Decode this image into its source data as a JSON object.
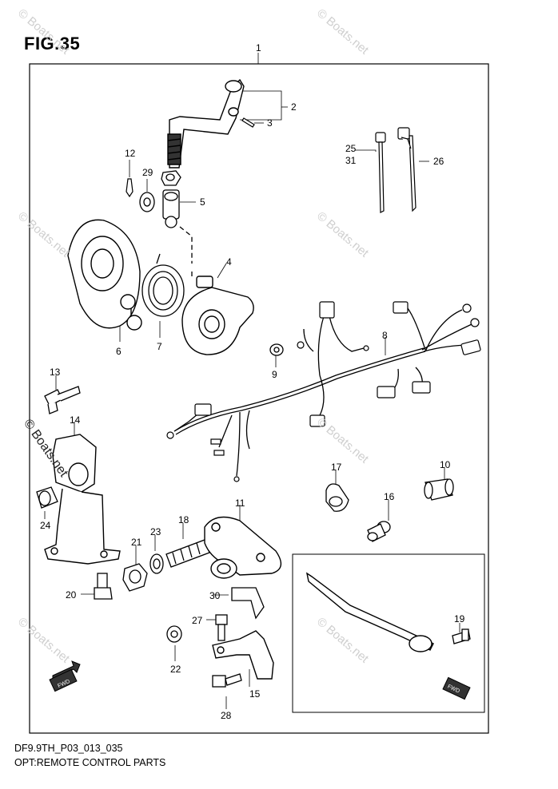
{
  "title": "FIG.35",
  "footer": {
    "code": "DF9.9TH_P03_013_035",
    "caption": "OPT:REMOTE CONTROL PARTS"
  },
  "watermark": "© Boats.net",
  "callouts": {
    "c1": "1",
    "c2": "2",
    "c3": "3",
    "c4": "4",
    "c5": "5",
    "c6": "6",
    "c7": "7",
    "c8": "8",
    "c9": "9",
    "c10": "10",
    "c11": "11",
    "c12": "12",
    "c13": "13",
    "c14": "14",
    "c15": "15",
    "c16": "16",
    "c17": "17",
    "c18": "18",
    "c19": "19",
    "c20": "20",
    "c21": "21",
    "c22": "22",
    "c23": "23",
    "c24": "24",
    "c25": "25",
    "c26": "26",
    "c27": "27",
    "c28": "28",
    "c29": "29",
    "c30": "30",
    "c31": "31"
  },
  "fwd_label": "FWD"
}
